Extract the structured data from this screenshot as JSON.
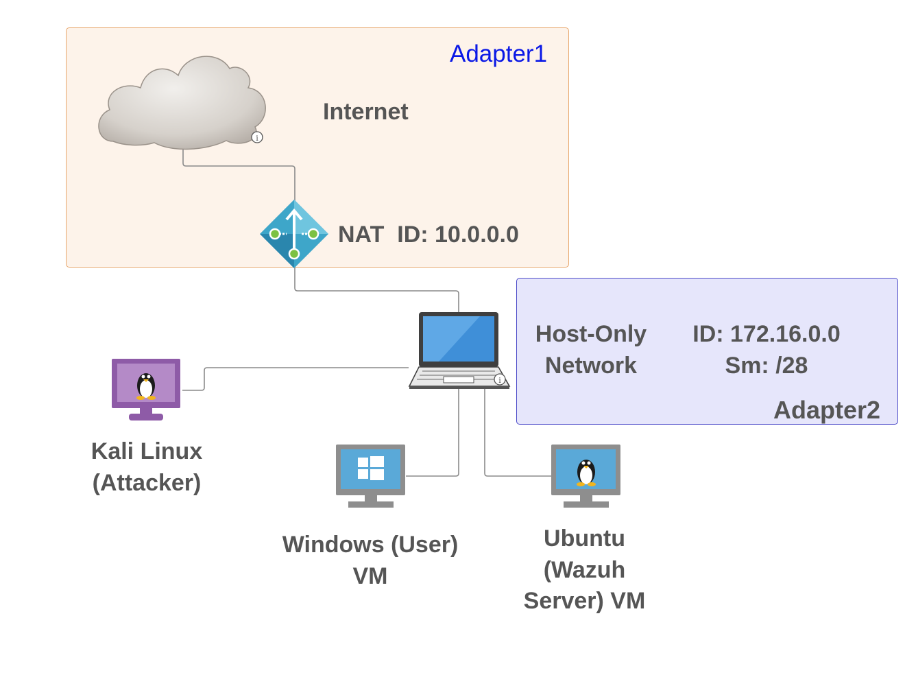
{
  "zones": {
    "nat_zone": {
      "adapter_label": "Adapter1"
    },
    "host_zone": {
      "adapter_label": "Adapter2",
      "name": "Host-Only\nNetwork",
      "network": "ID: 172.16.0.0\nSm: /28"
    }
  },
  "nodes": {
    "internet": {
      "label": "Internet",
      "icon": "cloud-icon"
    },
    "nat": {
      "label": "NAT  ID: 10.0.0.0",
      "icon": "nat-gateway-icon"
    },
    "host": {
      "icon": "laptop-icon"
    },
    "kali": {
      "label": "Kali Linux\n(Attacker)",
      "icon": "linux-monitor-icon"
    },
    "windows": {
      "label": "Windows (User)\nVM",
      "icon": "windows-monitor-icon"
    },
    "ubuntu": {
      "label": "Ubuntu\n(Wazuh\nServer) VM",
      "icon": "linux-monitor-icon"
    }
  },
  "colors": {
    "nat_zone_fill": "#fdf3ea",
    "nat_zone_border": "#e8a66c",
    "host_zone_fill": "#e6e6fb",
    "host_zone_border": "#4a49c8",
    "adapter1_text": "#0a18e6",
    "label_text": "#555555",
    "connector": "#8a8a8a"
  }
}
